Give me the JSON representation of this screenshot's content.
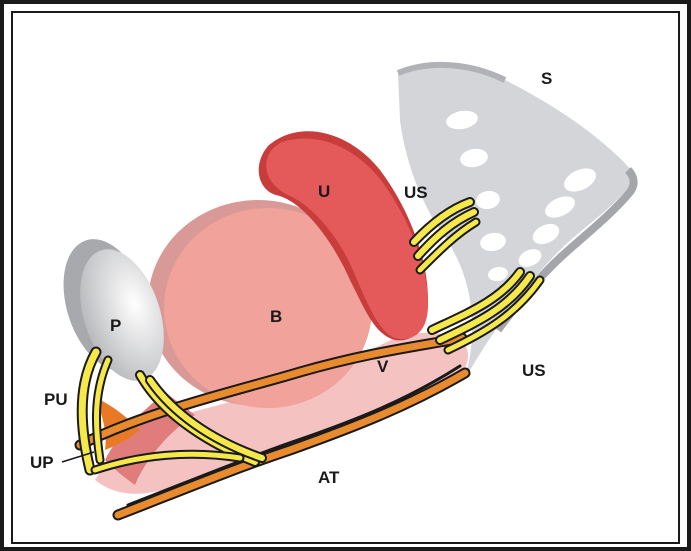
{
  "labels": {
    "sacrum": "S",
    "uterus": "U",
    "uterosacral_upper": "US",
    "uterosacral_lower": "US",
    "pubis": "P",
    "bladder": "B",
    "vagina": "V",
    "pubourethral": "PU",
    "urethropelvic": "UP",
    "arcus_tendineus": "AT"
  },
  "colors": {
    "frame": "#1a1a1a",
    "bone": "#d3d4d6",
    "bone_edge": "#9a9ca0",
    "uterus": "#e45a5a",
    "uterus_shadow": "#c83c3c",
    "bladder": "#f0a09a",
    "bladder_edge": "#cf8582",
    "vagina": "#f5c2c2",
    "ligament_yellow": "#f5e84a",
    "ligament_orange": "#e88a2e",
    "fascia_orange": "#e87a25",
    "urethra": "#e07c7c"
  }
}
